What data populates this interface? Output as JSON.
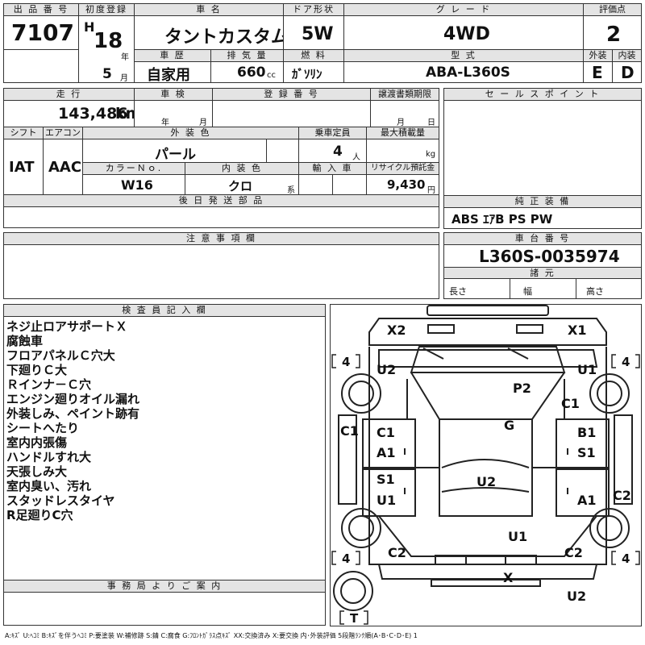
{
  "header": {
    "lot_label": "出 品 番 号",
    "lot_no": "7107",
    "first_reg_label": "初度登録",
    "era": "H",
    "year": "18",
    "year_unit": "年",
    "month": "5",
    "month_unit": "月",
    "model_name_label": "車 名",
    "model_name": "タントカスタム",
    "door_label": "ドア形状",
    "door": "5W",
    "grade_label": "グ レ ー ド",
    "grade": "4WD",
    "score_label": "評価点",
    "score": "2",
    "history_label": "車 歴",
    "history": "自家用",
    "displacement_label": "排 気 量",
    "displacement": "660",
    "displacement_unit": "cc",
    "fuel_label": "燃 料",
    "fuel": "ｶﾞｿﾘﾝ",
    "model_code_label": "型 式",
    "model_code": "ABA-L360S",
    "exterior_label": "外装",
    "exterior_grade": "E",
    "interior_label": "内装",
    "interior_grade": "D"
  },
  "row2": {
    "mileage_label": "走 行",
    "mileage": "143,486",
    "mileage_unit": "km",
    "inspection_label": "車 検",
    "insp_year_unit": "年",
    "insp_month_unit": "月",
    "reg_no_label": "登 録 番 号",
    "transfer_label": "譲渡書類期限",
    "transfer_month_unit": "月",
    "transfer_day_unit": "日",
    "sales_points_label": "セ ー ル ス ポ イ ン ト",
    "shift_label": "シフト",
    "shift": "IAT",
    "ac_label": "エアコン",
    "ac": "AAC",
    "ext_color_label": "外 装 色",
    "ext_color": "パール",
    "capacity_label": "乗車定員",
    "capacity": "4",
    "capacity_unit": "人",
    "max_load_label": "最大積載量",
    "max_load_unit": "kg",
    "color_no_label": "カラーＮｏ.",
    "color_no": "W16",
    "int_color_label": "内 装 色",
    "int_color": "クロ",
    "int_color_unit": "系",
    "import_label": "輸 入 車",
    "recycle_label": "リサイクル預託金",
    "recycle": "9,430",
    "recycle_unit": "円",
    "later_parts_label": "後 日 発 送 部 品",
    "equipment_label": "純 正 装 備",
    "equipment": "ABS ｴｱB PS PW",
    "notes_label": "注 意 事 項 欄",
    "chassis_label": "車 台 番 号",
    "chassis_no": "L360S-0035974",
    "specs_label": "諸 元",
    "length_label": "長さ",
    "width_label": "幅",
    "height_label": "高さ"
  },
  "inspector": {
    "label": "検 査 員 記 入 欄",
    "lines": [
      "ネジ止ロアサポートＸ",
      "腐蝕車",
      "フロアパネルＣ穴大",
      "下廻りＣ大",
      "Ｒインナ－Ｃ穴",
      "エンジン廻りオイル漏れ",
      "外装しみ、ペイント跡有",
      "シートへたり",
      "室内内張傷",
      "ハンドルすれ大",
      "天張しみ大",
      "室内臭い、汚れ",
      "スタッドレスタイヤ",
      "R足廻りC穴"
    ]
  },
  "office_label": "事 務 局 よ り ご 案 内",
  "diagram": {
    "marks": [
      "X2",
      "X1",
      "U2",
      "U1",
      "P2",
      "C1",
      "G",
      "C1",
      "C1",
      "A1",
      "B1",
      "S1",
      "S1",
      "U2",
      "U1",
      "A1",
      "U1",
      "C2",
      "C2",
      "C2",
      "X",
      "U2"
    ],
    "tires": [
      "4",
      "4",
      "4",
      "4",
      "T"
    ]
  },
  "legend": "A:ｷｽﾞ U:ﾍｺﾐ B:ｷｽﾞを伴うﾍｺﾐ P:要塗装 W:補修跡 S:錆 C:腐食 G:ﾌﾛﾝﾄｶﾞﾗｽ点ｷｽﾞ XX:交換済み X:要交換 内･外装評価 5段階ﾗﾝｸ順(A･B･C･D･E) 1"
}
